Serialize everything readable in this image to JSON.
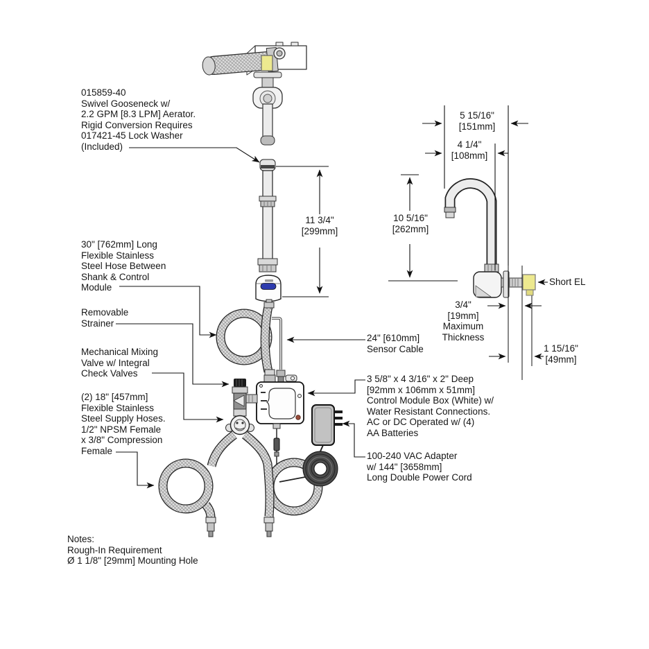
{
  "drawing": {
    "type": "plumbing-rough-in-diagram",
    "background": "#ffffff",
    "colors": {
      "line": "#1a1a1a",
      "sensor_window_blue": "#2e3cae",
      "brass_fitting_yellow": "#ede98f",
      "power_cord_dark": "#4a4a4a",
      "metal_gray": "#e8e8e8"
    }
  },
  "labels": {
    "gooseneck_note": "015859-40\nSwivel Gooseneck w/\n2.2 GPM [8.3 LPM] Aerator.\nRigid Conversion Requires\n017421-45 Lock Washer\n(Included)",
    "hose_note": "30\" [762mm] Long\nFlexible Stainless\nSteel Hose Between\nShank & Control\nModule",
    "strainer_note": "Removable\nStrainer",
    "mixing_valve_note": "Mechanical Mixing\nValve w/ Integral\nCheck Valves",
    "supply_hose_note": "(2) 18\" [457mm]\nFlexible Stainless\nSteel Supply Hoses.\n1/2\" NPSM Female\nx 3/8\" Compression\nFemale",
    "sensor_cable_note": "24\" [610mm]\nSensor Cable",
    "control_module_note": "3 5/8\" x 4 3/16\" x 2\" Deep\n[92mm x 106mm x 51mm]\nControl Module Box (White) w/\nWater Resistant Connections.\nAC or DC Operated w/ (4)\nAA Batteries",
    "adapter_note": "100-240 VAC Adapter\nw/ 144\" [3658mm]\nLong Double Power Cord",
    "short_el": "Short EL",
    "notes_block": "Notes:\nRough-In Requirement\nØ 1 1/8\" [29mm] Mounting Hole"
  },
  "dims": {
    "spout_height": "11 3/4\"\n[299mm]",
    "spread_wide": "5 15/16\"\n[151mm]",
    "spread_narrow": "4 1/4\"\n[108mm]",
    "gooseneck_height": "10 5/16\"\n[262mm]",
    "max_thickness": "3/4\"\n[19mm]\nMaximum\nThickness",
    "wall_depth": "1 15/16\"\n[49mm]"
  }
}
